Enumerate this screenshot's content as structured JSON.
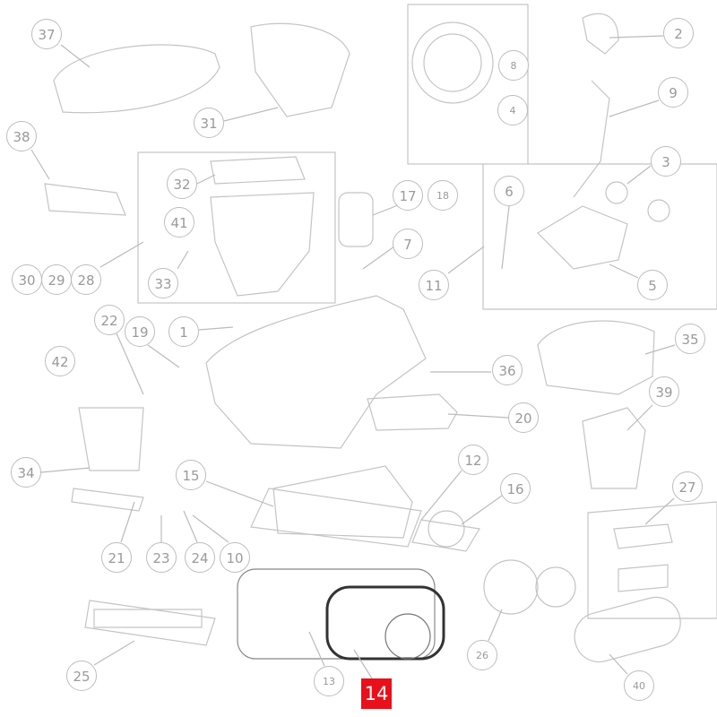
{
  "diagram": {
    "callouts": [
      "37",
      "31",
      "8",
      "4",
      "18",
      "2",
      "9",
      "3",
      "6",
      "11",
      "5",
      "38",
      "32",
      "17",
      "41",
      "7",
      "30",
      "29",
      "28",
      "33",
      "22",
      "19",
      "1",
      "42",
      "36",
      "35",
      "39",
      "20",
      "34",
      "15",
      "12",
      "16",
      "27",
      "21",
      "23",
      "24",
      "10",
      "26",
      "25",
      "13",
      "40"
    ],
    "highlighted_part": "14",
    "colors": {
      "highlight": "#e8101a",
      "line": "#bdbdbd",
      "text": "#9a9a9a"
    }
  }
}
